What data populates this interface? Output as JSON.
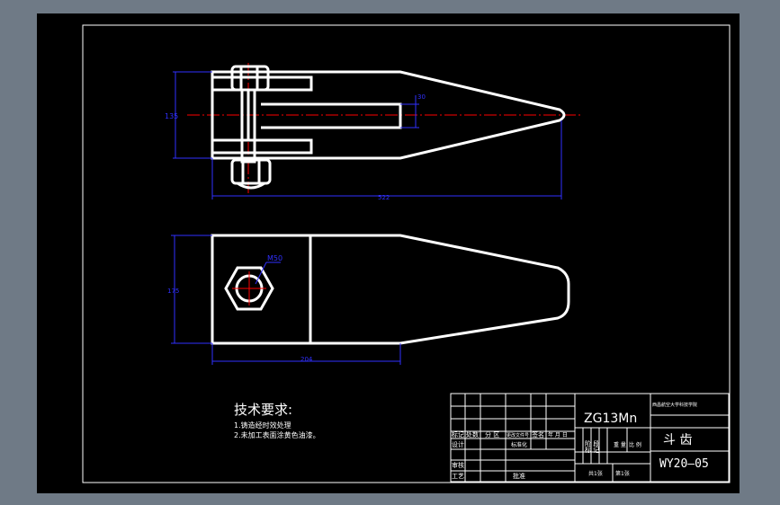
{
  "colors": {
    "frame_bg": "#6f7a86",
    "sheet_bg": "#000000",
    "outline": "#ffffff",
    "dimension": "#3030ff",
    "centerline": "#ff0000"
  },
  "dimensions": {
    "top_height": "135",
    "slot_width": "30",
    "total_length": "522",
    "side_height": "175",
    "body_length": "204",
    "nut_size": "M50"
  },
  "tech_requirements": {
    "heading": "技术要求:",
    "item1": "1.铸造经时效处理",
    "item2": "2.未加工表面涂黄色油漆。"
  },
  "title_block": {
    "material": "ZG13Mn",
    "school": "西昌航空大学科技学院",
    "part_name": "斗  齿",
    "drawing_no": "WY20—05",
    "row_mark": "标记",
    "row_count": "处数",
    "row_zone": "分 区",
    "row_change": "更改文件号",
    "row_sign": "签名",
    "row_date": "年 月 日",
    "design": "设计",
    "standard": "标准化",
    "stage_mark": "阶 段",
    "stage_label": "标 记",
    "weight": "重 量",
    "scale": "比 例",
    "review": "审核",
    "process": "工艺",
    "approve": "批准",
    "total_sheets": "共1张",
    "sheet_no": "第1张"
  }
}
